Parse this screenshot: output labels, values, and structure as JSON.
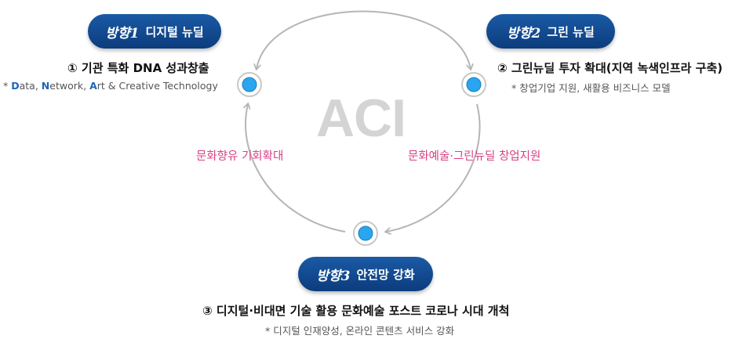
{
  "center_label": "ACI",
  "directions": [
    {
      "tag": "방향1",
      "name": "디지털 뉴딜",
      "title": "① 기관 특화 DNA 성과창출",
      "note_prefix": "* ",
      "note_parts": [
        {
          "initial": "D",
          "rest": "ata, "
        },
        {
          "initial": "N",
          "rest": "etwork, "
        },
        {
          "initial": "A",
          "rest": "rt & Creative Technology"
        }
      ]
    },
    {
      "tag": "방향2",
      "name": "그린 뉴딜",
      "title": "② 그린뉴딜 투자 확대(지역 녹색인프라 구축)",
      "note": "* 창업기업 지원, 새활용 비즈니스 모델"
    },
    {
      "tag": "방향3",
      "name": "안전망 강화",
      "title": "③ 디지털·비대면 기술 활용 문화예술 포스트 코로나 시대 개척",
      "note": "* 디지털 인재양성, 온라인 콘텐츠 서비스 강화"
    }
  ],
  "arc_labels": {
    "left": "문화향유 기회확대",
    "right": "문화예술·그린뉴딜 창업지원"
  },
  "colors": {
    "pill": "#0c3c7d",
    "node": "#2aa6f0",
    "arc": "#b5b5b5",
    "arc_label": "#d93f86",
    "note_highlight": "#1f66b8"
  }
}
